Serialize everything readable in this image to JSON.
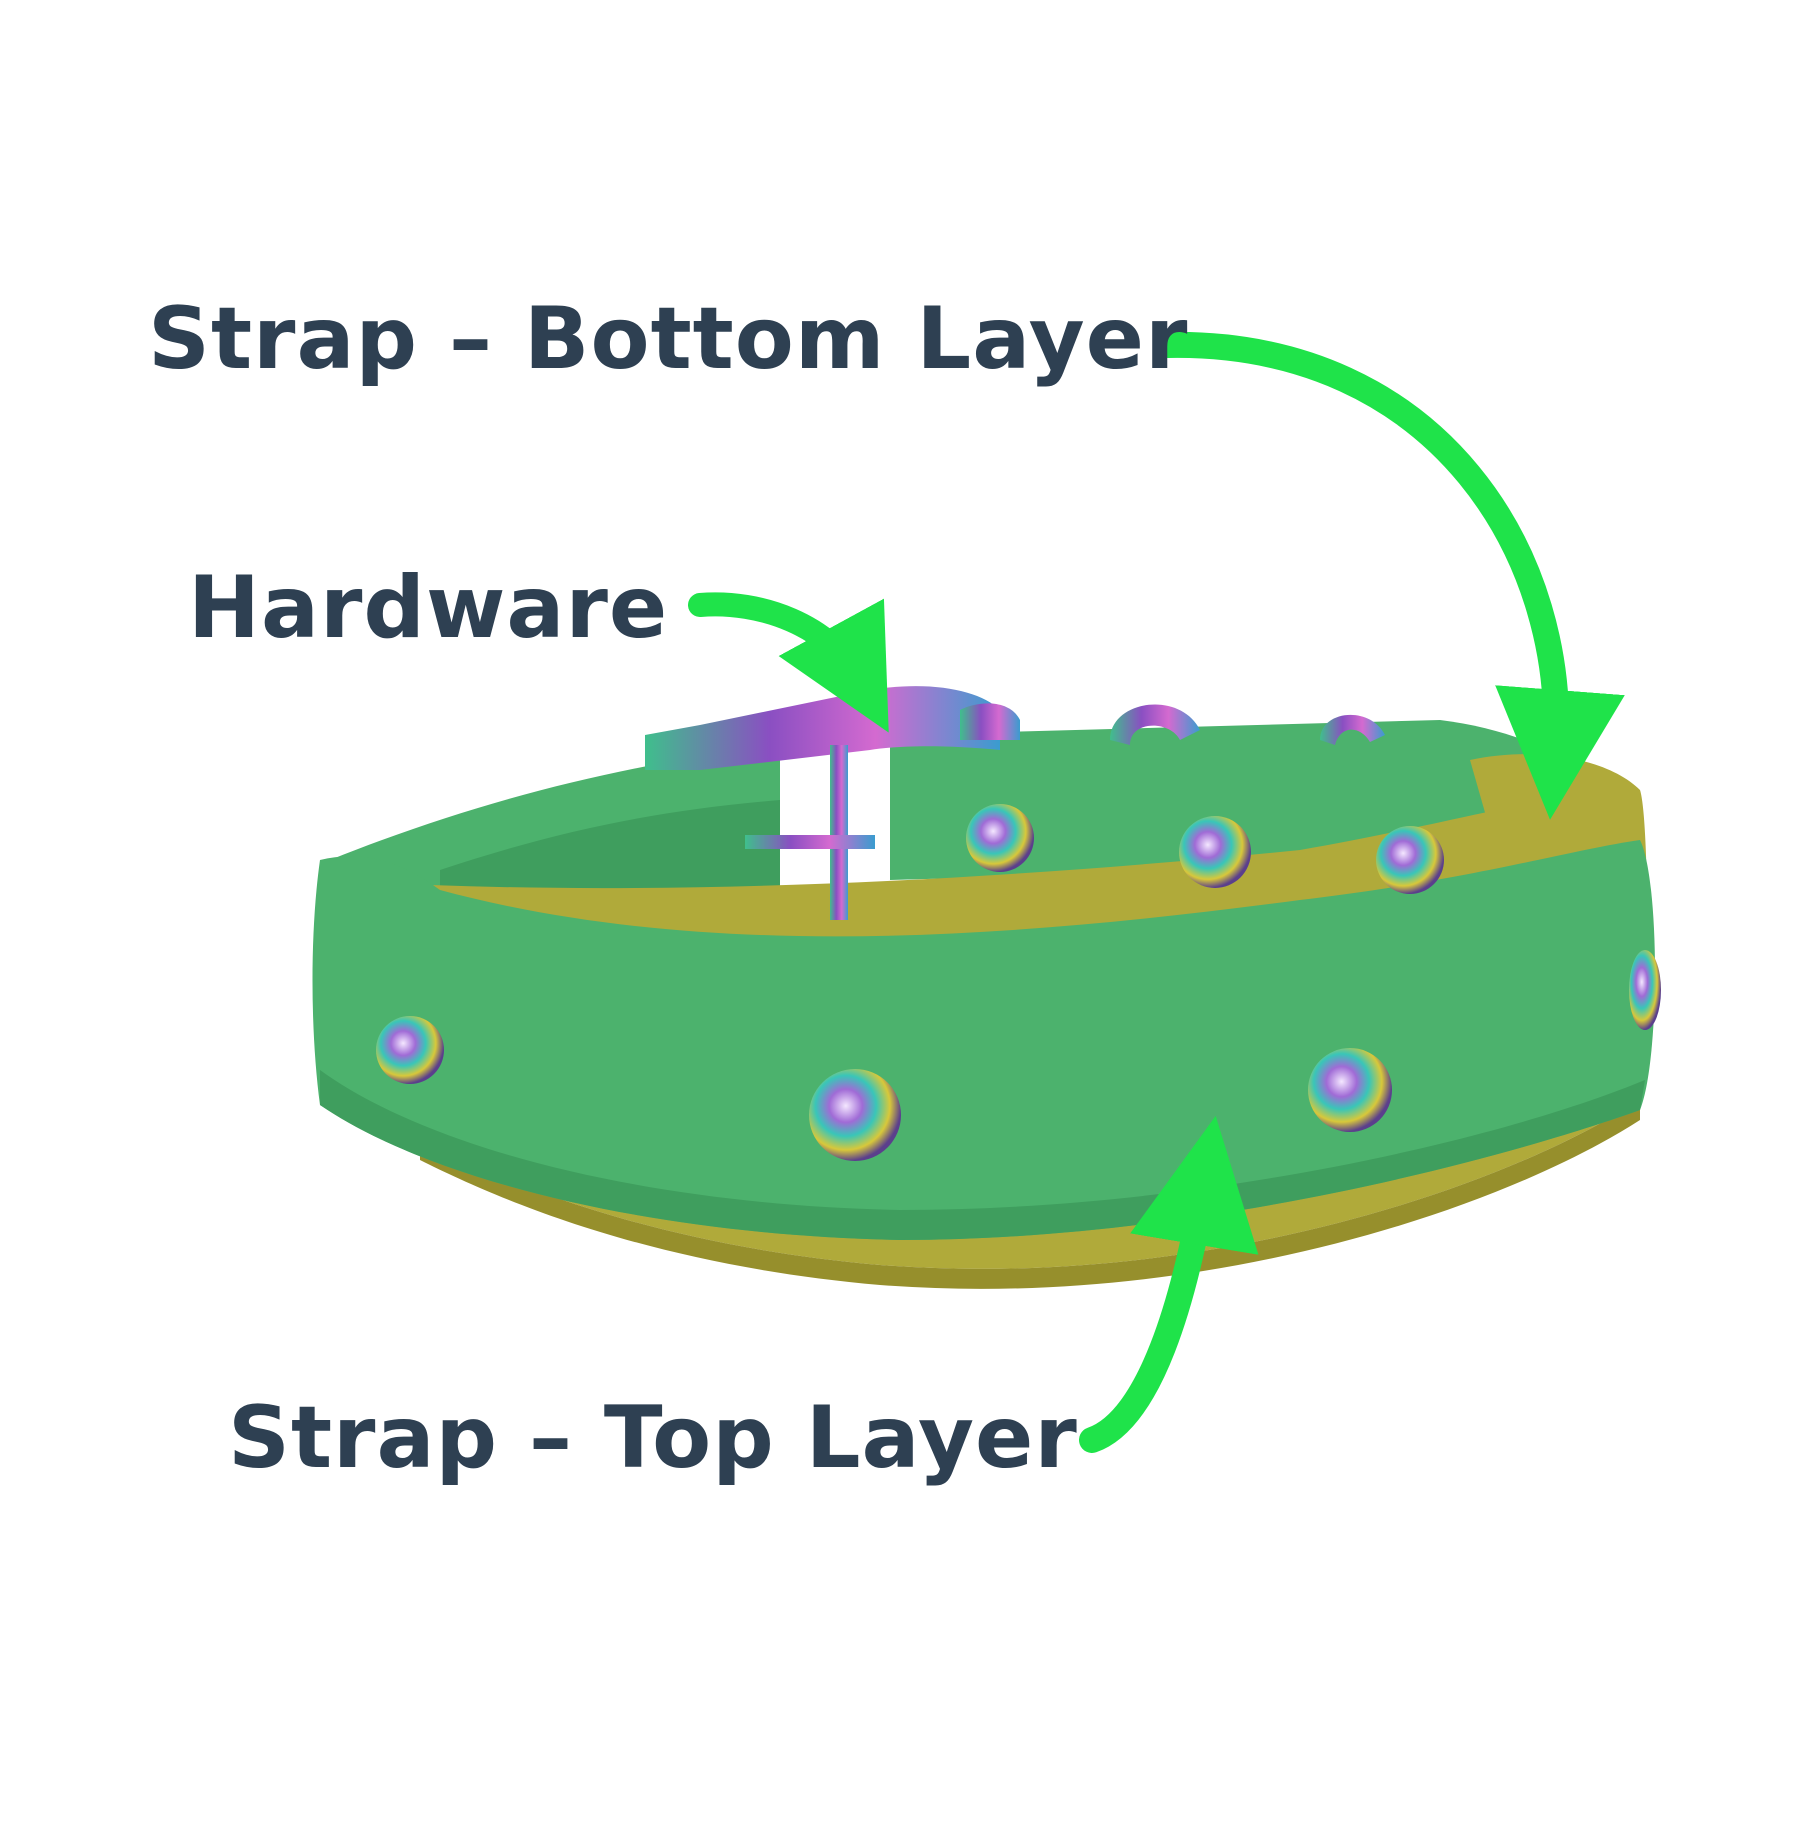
{
  "labels": {
    "bottom_layer": "Strap – Bottom Layer",
    "hardware": "Hardware",
    "top_layer": "Strap – Top Layer"
  },
  "colors": {
    "label_text": "#2e4052",
    "arrow": "#1fe34a",
    "top_strap": "#4cb26d",
    "top_strap_shade": "#3f9e5e",
    "bottom_strap": "#b0aa3a",
    "bottom_strap_shade": "#968f2c",
    "hardware_metal": "#6c5fa8"
  },
  "parts": [
    "top-layer-strap",
    "bottom-layer-strap",
    "buckle-hardware",
    "rivet"
  ]
}
